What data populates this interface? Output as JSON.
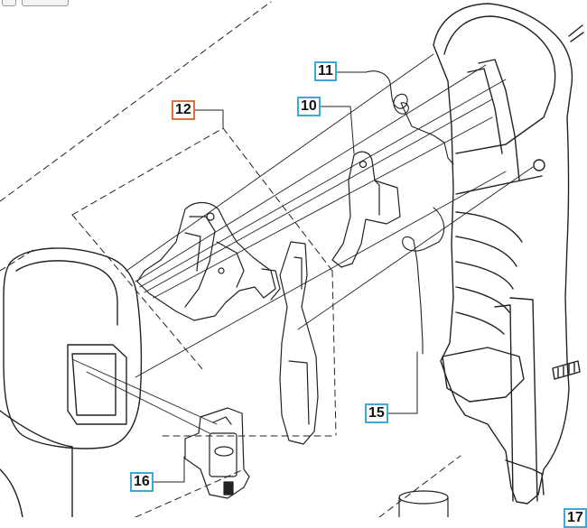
{
  "diagram": {
    "colors": {
      "highlight": "#e0703a",
      "callout_border": "#3ea9d6",
      "line": "#222222"
    },
    "callouts": [
      {
        "id": "part-11",
        "label": "11",
        "active": false
      },
      {
        "id": "part-12",
        "label": "12",
        "active": true
      },
      {
        "id": "part-10",
        "label": "10",
        "active": false
      },
      {
        "id": "part-15",
        "label": "15",
        "active": false
      },
      {
        "id": "part-16",
        "label": "16",
        "active": false
      },
      {
        "id": "part-17",
        "label": "17",
        "active": false
      }
    ]
  }
}
